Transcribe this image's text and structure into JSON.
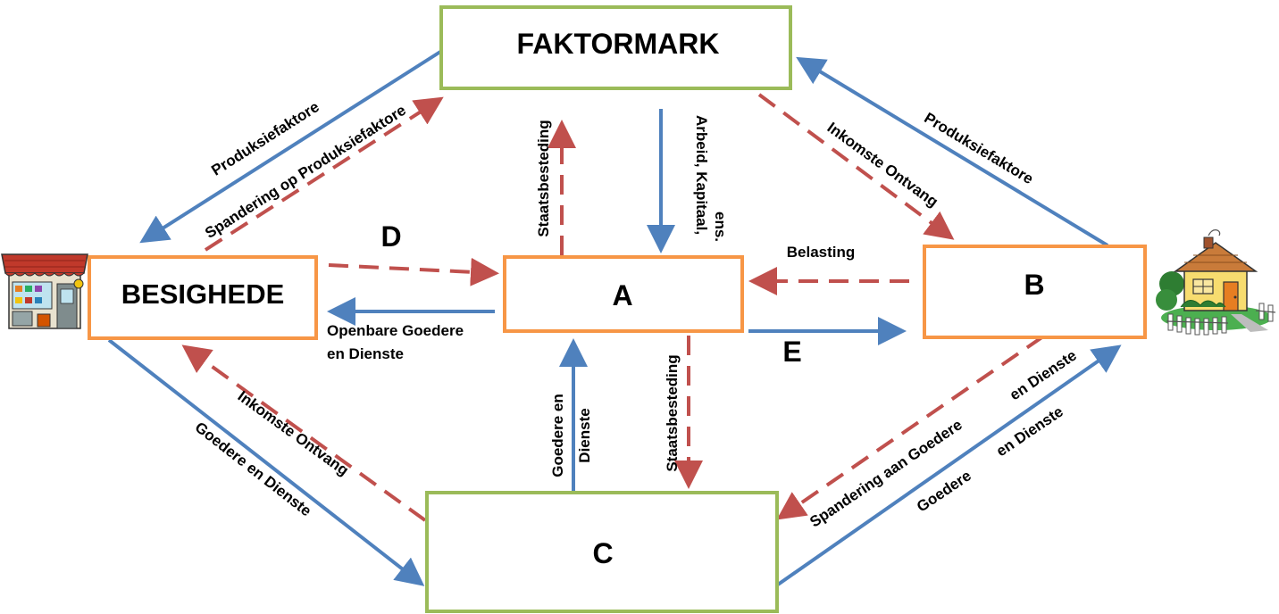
{
  "boxes": {
    "factor_market": "FAKTORMARK",
    "business": "BESIGHEDE",
    "a": "A",
    "b": "B",
    "c": "C"
  },
  "letters": {
    "d": "D",
    "e": "E"
  },
  "labels": {
    "prod_factors_left": "Produksiefaktore",
    "spending_on_factors": "Spandering op Produksiefaktore",
    "prod_factors_right": "Produksiefaktore",
    "income_received_top": "Inkomste Ontvang",
    "gov_spending_up": "Staatsbesteding",
    "labour_capital_1": "Arbeid, Kapitaal,",
    "labour_capital_2": "ens.",
    "taxes": "Belasting",
    "public_goods_1": "Openbare Goedere",
    "public_goods_2": "en Dienste",
    "goods_services_up_1": "Goedere en",
    "goods_services_up_2": "Dienste",
    "gov_spending_down": "Staatsbesteding",
    "income_received_bottom": "Inkomste Ontvang",
    "goods_services_left": "Goedere en Dienste",
    "spending_on_goods_a": "Spandering aan Goedere",
    "spending_on_goods_b": "en Dienste",
    "goods_services_right_a": "Goedere",
    "goods_services_right_b": "en Dienste"
  },
  "colors": {
    "blue_flow": "#4f81bd",
    "red_flow": "#c0504d",
    "green_box": "#9bbb59",
    "orange_box": "#f79646"
  },
  "icons": {
    "business": "shop-icon",
    "household": "house-icon"
  }
}
